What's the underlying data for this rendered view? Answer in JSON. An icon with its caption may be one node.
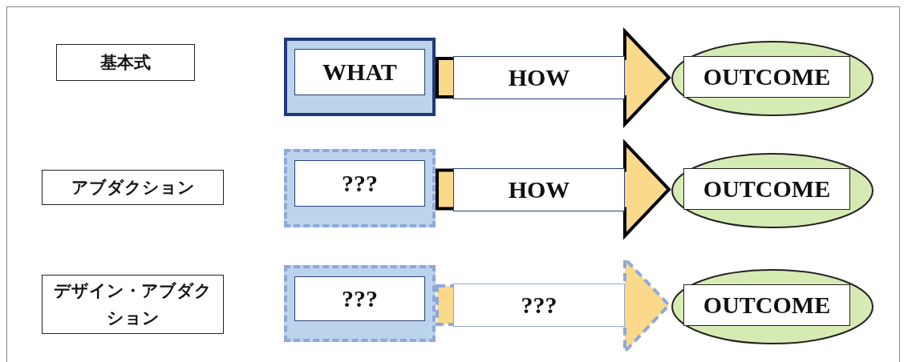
{
  "diagram": {
    "nodes": [
      {
        "text": [
          "基本式"
        ]
      },
      {
        "text": [
          "WHAT"
        ]
      },
      {
        "text": [
          "OUTCOME"
        ]
      },
      {
        "text": [
          "アブダクション"
        ]
      },
      {
        "text": [
          "???"
        ]
      },
      {
        "text": [
          "OUTCOME"
        ]
      },
      {
        "text": [
          "デザイン・アブダクション"
        ]
      },
      {
        "text": [
          "???"
        ]
      },
      {
        "text": [
          "OUTCOME"
        ]
      }
    ],
    "edges": [
      {
        "from": 1,
        "to": 2,
        "arrow": "to",
        "label": "HOW"
      },
      {
        "from": 4,
        "to": 5,
        "arrow": "to",
        "label": "HOW"
      },
      {
        "from": 7,
        "to": 8,
        "arrow": "to",
        "label": "???",
        "style": "dashed",
        "color": "#8fa8d8"
      }
    ]
  }
}
